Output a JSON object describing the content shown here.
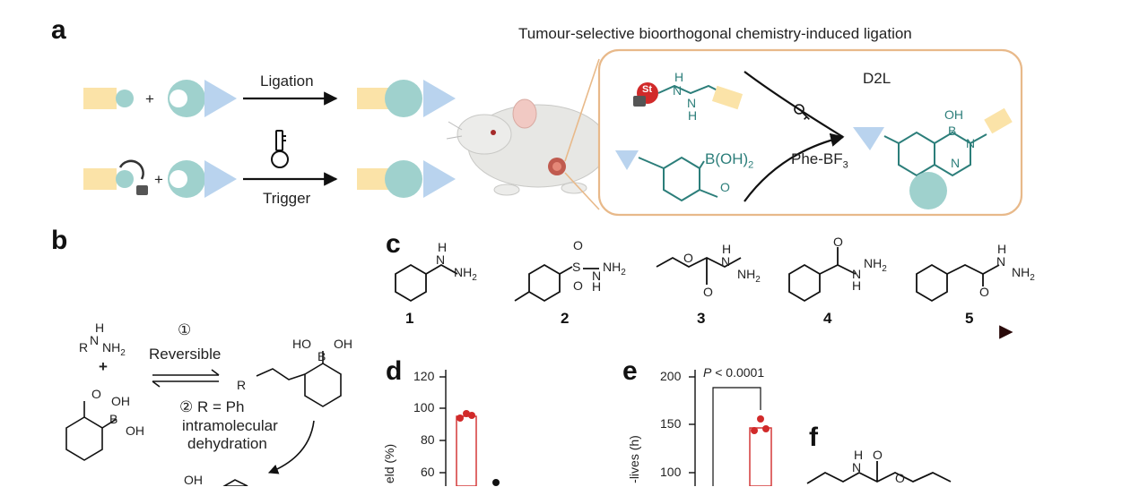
{
  "panels": {
    "a": "a",
    "b": "b",
    "c": "c",
    "d": "d",
    "e": "e",
    "f": "f"
  },
  "panel_a": {
    "title": "Tumour-selective bioorthogonal chemistry-induced ligation",
    "ligation_label": "Ligation",
    "trigger_label": "Trigger",
    "plus": "+",
    "d2l_label": "D2L",
    "phe_bf3": "Phe-BF",
    "phe_bf3_sub": "3",
    "boronic_acid": "B(OH)",
    "boronic_acid_sub": "2",
    "oh": "OH",
    "atoms": {
      "B": "B",
      "N": "N",
      "H": "H",
      "O": "O",
      "St": "St"
    }
  },
  "panel_b": {
    "step1_num": "①",
    "step1_label": "Reversible",
    "step2_text": "② R = Ph",
    "step2_line2": "intramolecular",
    "step2_line3": "dehydration",
    "plus": "+",
    "reagent": "R",
    "nh2": "NH",
    "nh2_sub": "2",
    "oh": "OH",
    "ho": "HO"
  },
  "panel_c": {
    "compounds": [
      "1",
      "2",
      "3",
      "4",
      "5"
    ]
  },
  "panel_d": {
    "y_ticks": [
      "120",
      "100",
      "80",
      "60"
    ],
    "ylabel_fragment": "eld (%)"
  },
  "panel_e": {
    "y_ticks": [
      "200",
      "150",
      "100"
    ],
    "ylabel_fragment": "-lives (h)",
    "p_value_label": "P",
    "p_value_rest": " < 0.0001"
  },
  "colors": {
    "teal": "#9fd1cd",
    "teal_dark": "#2c7e7a",
    "blue": "#b9d3ee",
    "cream": "#fbe3a8",
    "orange_border": "#e8b98a",
    "red": "#d12a2a",
    "arrow_dark": "#4a0d0d"
  }
}
